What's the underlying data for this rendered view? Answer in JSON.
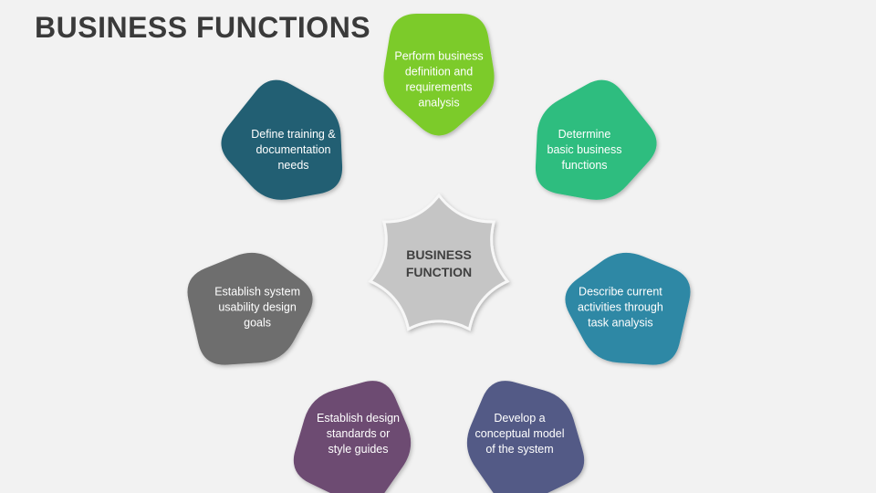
{
  "title": "BUSINESS FUNCTIONS",
  "center": {
    "lines": [
      "BUSINESS",
      "FUNCTION"
    ],
    "color": "#c5c5c5"
  },
  "petals": [
    {
      "id": "perform-business-definition",
      "color": "#7ccb2a",
      "lines": [
        "Perform business",
        "definition and",
        "requirements",
        "analysis"
      ]
    },
    {
      "id": "determine-basic-functions",
      "color": "#2ebd7f",
      "lines": [
        "Determine",
        "basic business",
        "functions"
      ]
    },
    {
      "id": "describe-current-activities",
      "color": "#2e88a5",
      "lines": [
        "Describe current",
        "activities through",
        "task analysis"
      ]
    },
    {
      "id": "develop-conceptual-model",
      "color": "#535a86",
      "lines": [
        "Develop a",
        "conceptual model",
        "of the system"
      ]
    },
    {
      "id": "establish-design-standards",
      "color": "#6d4b72",
      "lines": [
        "Establish design",
        "standards or",
        "style guides"
      ]
    },
    {
      "id": "establish-usability-goals",
      "color": "#6e6e6e",
      "lines": [
        "Establish system",
        "usability design",
        "goals"
      ]
    },
    {
      "id": "define-training-documentation",
      "color": "#215f73",
      "lines": [
        "Define training &",
        "documentation",
        "needs"
      ]
    }
  ]
}
